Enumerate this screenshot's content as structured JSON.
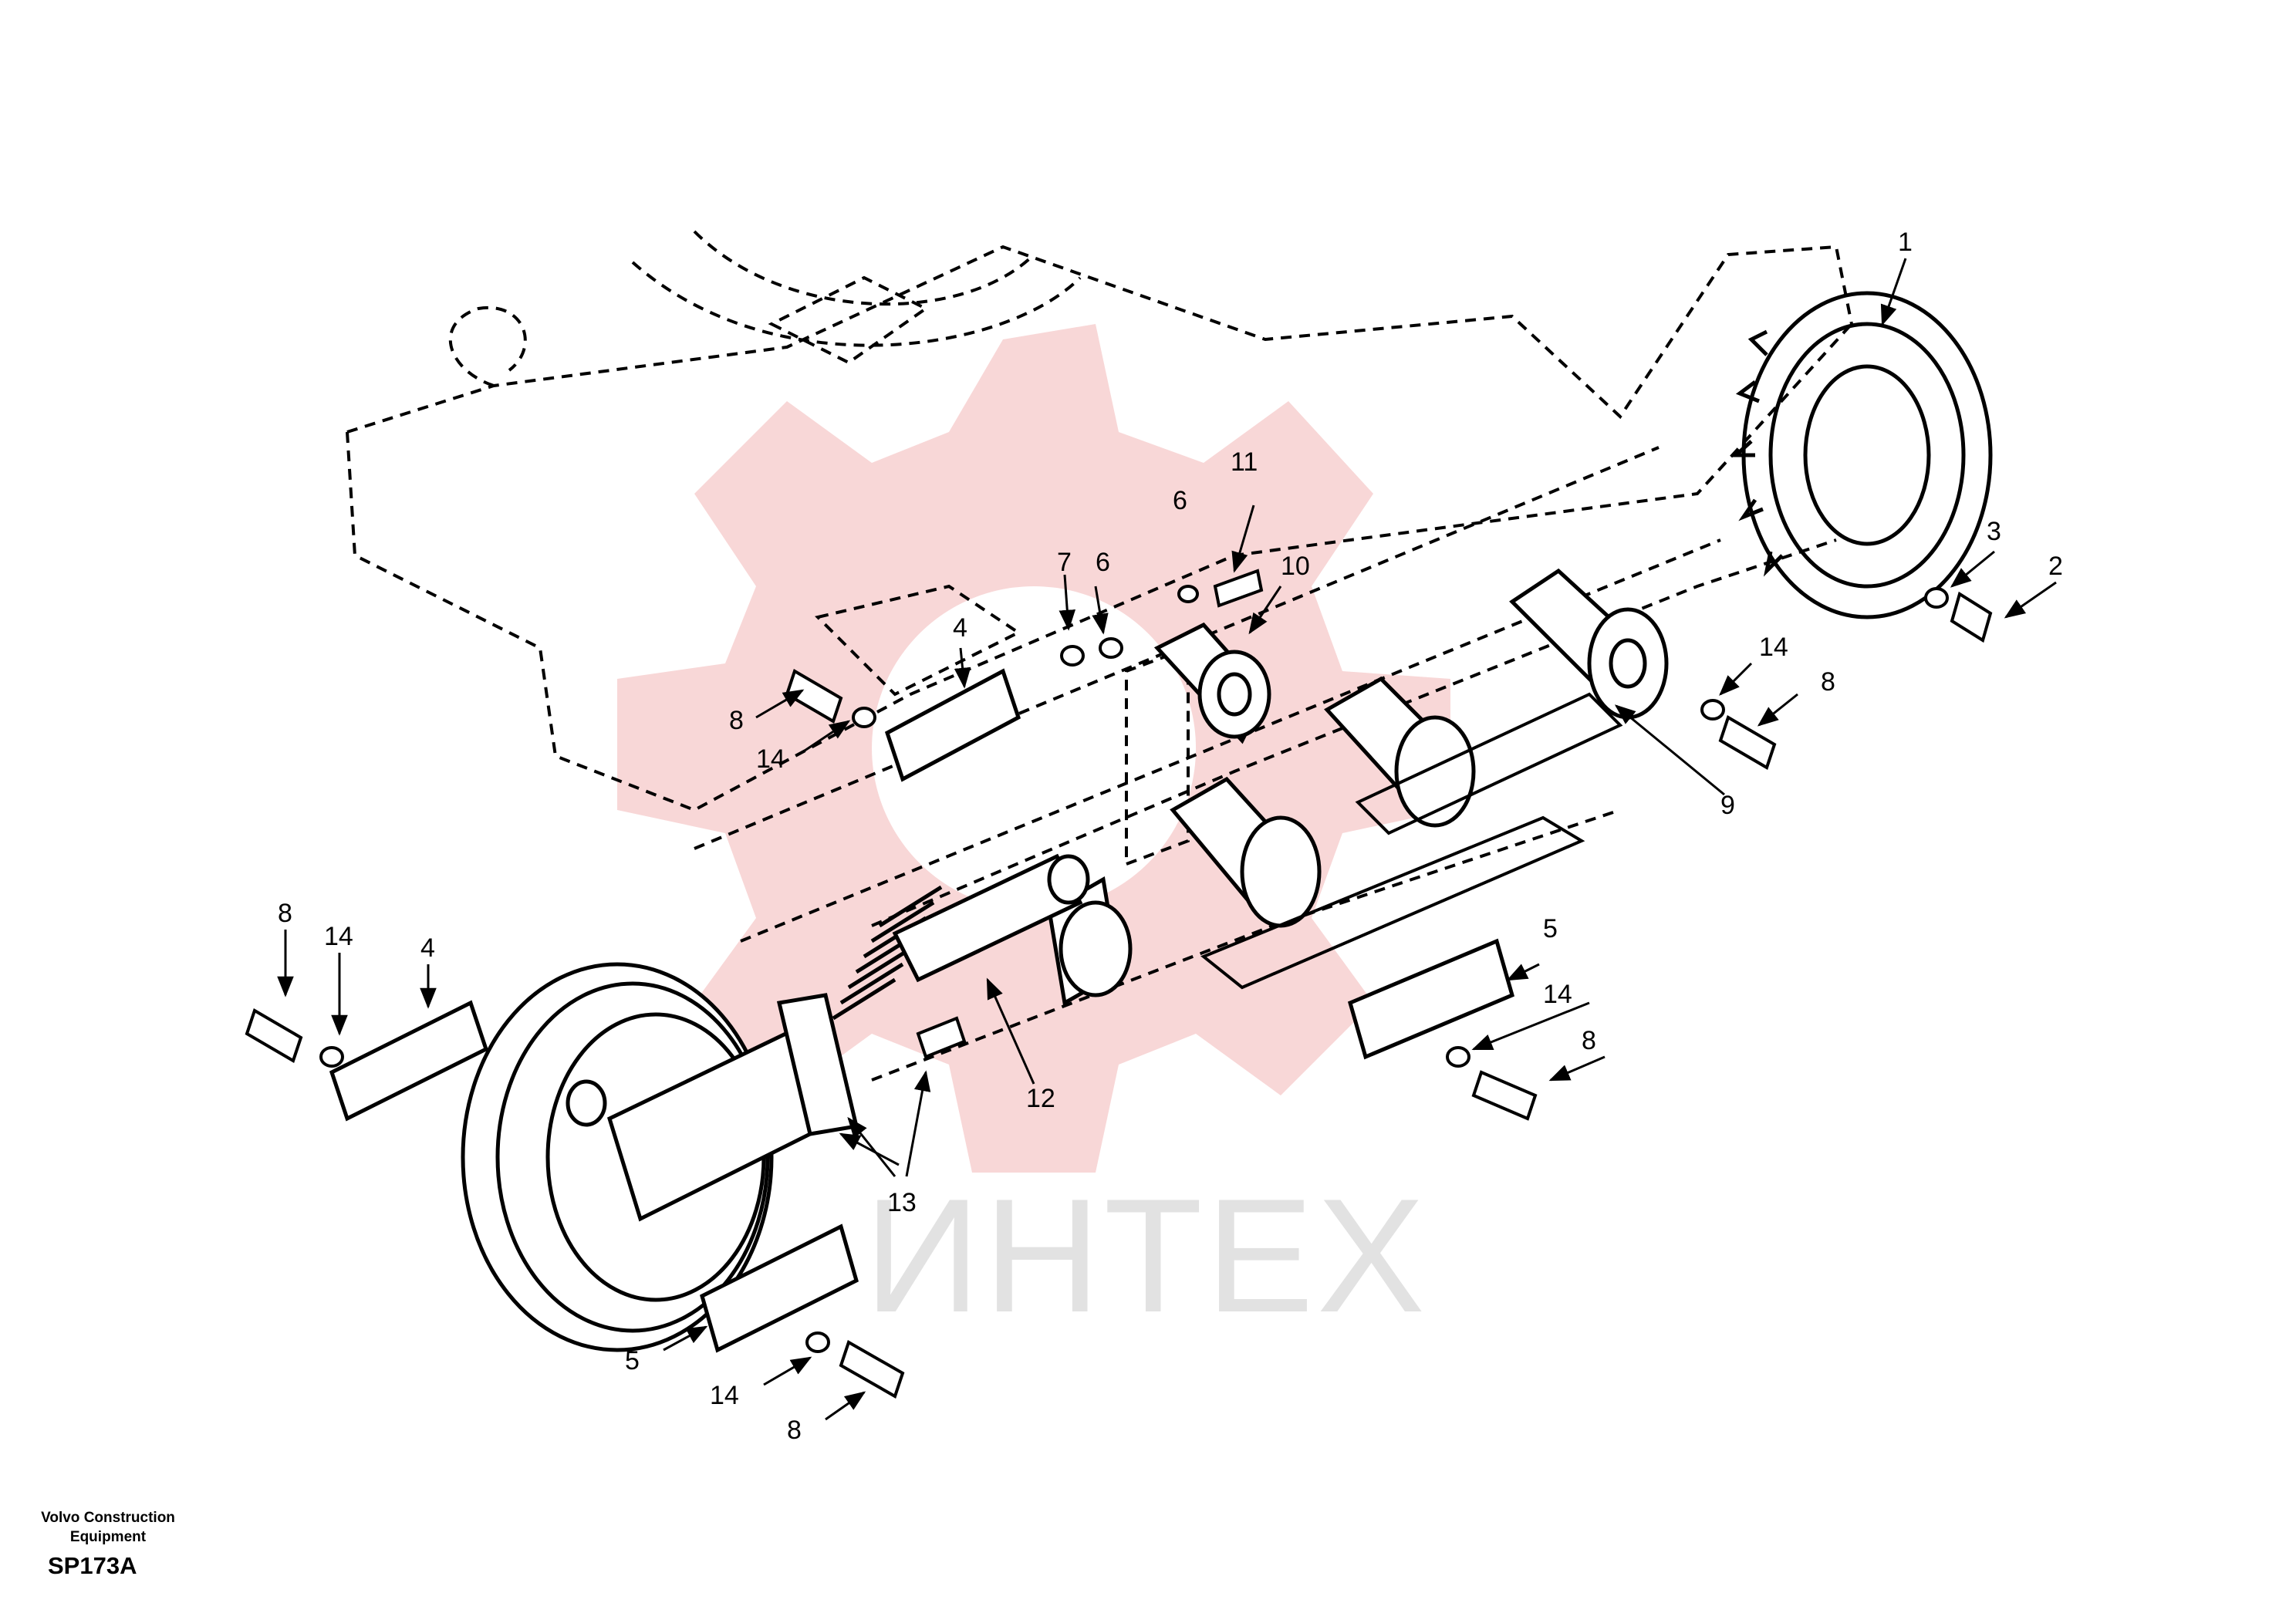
{
  "watermark": {
    "text": "ИНТЕХ",
    "color": "#e2e2e2",
    "gear_color": "#f8d7d7"
  },
  "footer": {
    "company_line1": "Volvo Construction",
    "company_line2": "Equipment",
    "code": "SP173A"
  },
  "callouts": {
    "c1": "1",
    "c2": "2",
    "c3": "3",
    "c4a": "4",
    "c4b": "4",
    "c5a": "5",
    "c5b": "5",
    "c6a": "6",
    "c6b": "6",
    "c7": "7",
    "c8a": "8",
    "c8b": "8",
    "c8c": "8",
    "c8d": "8",
    "c8e": "8",
    "c9": "9",
    "c10": "10",
    "c11": "11",
    "c12": "12",
    "c13": "13",
    "c14a": "14",
    "c14b": "14",
    "c14c": "14",
    "c14d": "14",
    "c14e": "14"
  }
}
